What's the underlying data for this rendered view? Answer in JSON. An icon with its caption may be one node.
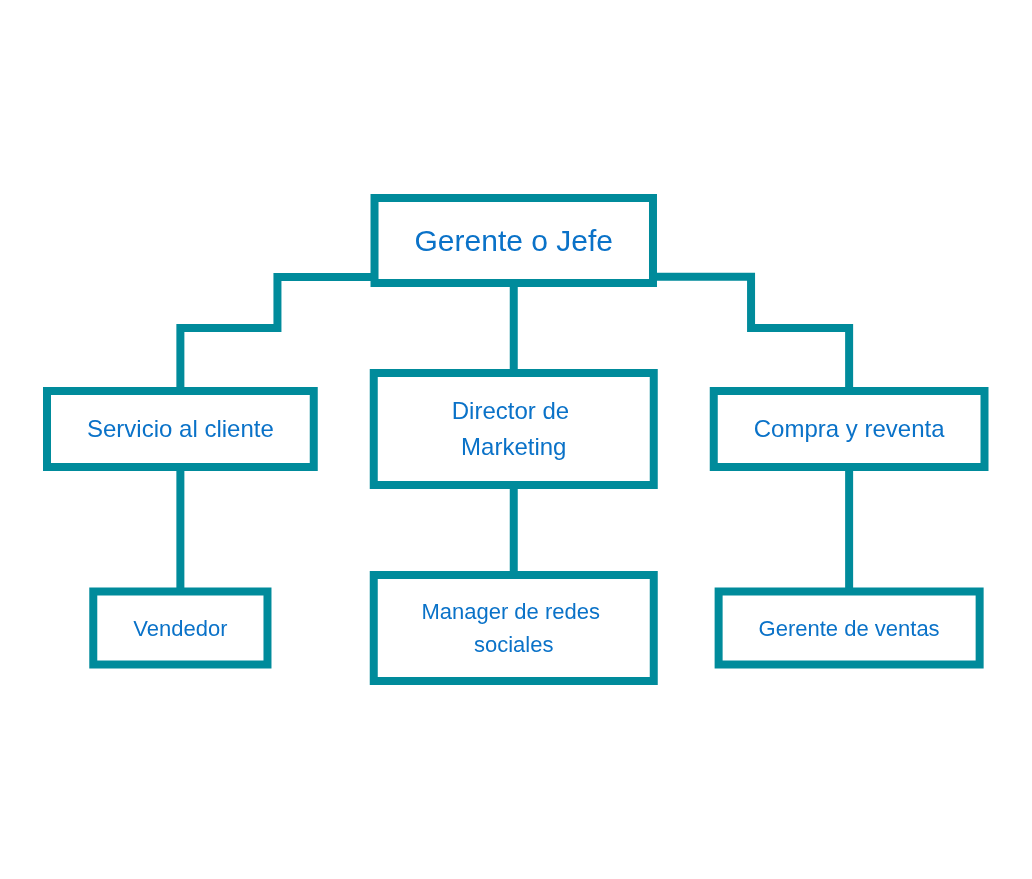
{
  "diagram": {
    "nodes": [
      {
        "text": [
          "Gerente o Jefe"
        ]
      },
      {
        "text": [
          "Servicio al cliente"
        ]
      },
      {
        "text": [
          "Director de Marketing"
        ]
      },
      {
        "text": [
          "Compra y reventa"
        ]
      },
      {
        "text": [
          "Vendedor"
        ]
      },
      {
        "text": [
          "Manager de redes sociales"
        ]
      },
      {
        "text": [
          "Gerente de ventas"
        ]
      }
    ],
    "edges": [
      {
        "from": 0,
        "to": 1,
        "arrow": "none"
      },
      {
        "from": 0,
        "to": 2,
        "arrow": "none"
      },
      {
        "from": 0,
        "to": 3,
        "arrow": "none"
      },
      {
        "from": 1,
        "to": 4,
        "arrow": "none"
      },
      {
        "from": 2,
        "to": 5,
        "arrow": "none"
      },
      {
        "from": 3,
        "to": 6,
        "arrow": "none"
      }
    ]
  }
}
